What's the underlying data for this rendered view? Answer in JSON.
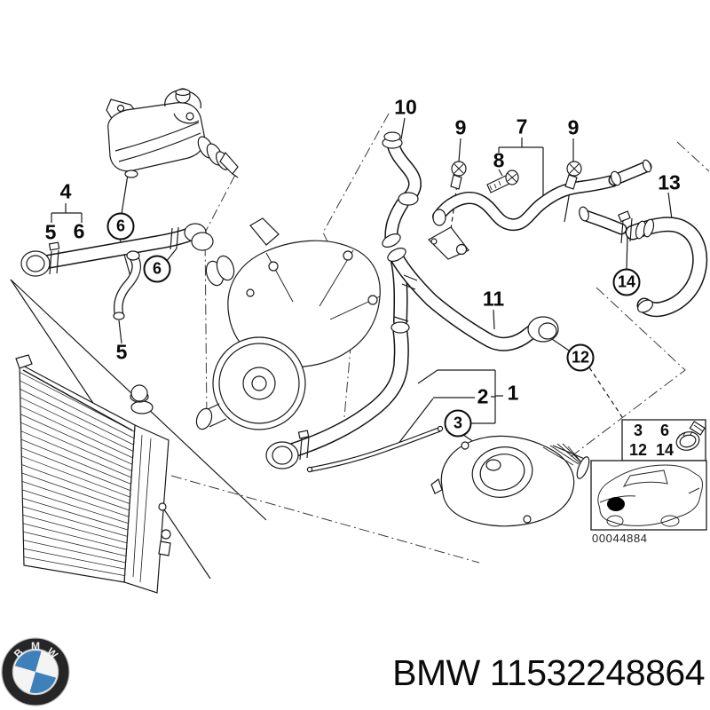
{
  "title": "BMW parts diagram - cooling system hoses",
  "callouts": {
    "c4": "4",
    "c5a": "5",
    "c6a": "6",
    "c6_circle_1": "6",
    "c6_circle_2": "6",
    "c5b": "5",
    "c10": "10",
    "c9a": "9",
    "c7": "7",
    "c8": "8",
    "c9b": "9",
    "c13": "13",
    "c14_circle": "14",
    "c11": "11",
    "c12_circle": "12",
    "c2": "2",
    "c1": "1",
    "c3_circle": "3"
  },
  "inset": {
    "row1": [
      "3",
      "6"
    ],
    "row2": [
      "12",
      "14"
    ],
    "image_code": "00044884"
  },
  "footer": {
    "part_label": "BMW 11532248864",
    "logo_letters": [
      "B",
      "M",
      "W"
    ]
  },
  "colors": {
    "bmw_blue": "#3e80b9",
    "line": "#1a1a1a"
  }
}
